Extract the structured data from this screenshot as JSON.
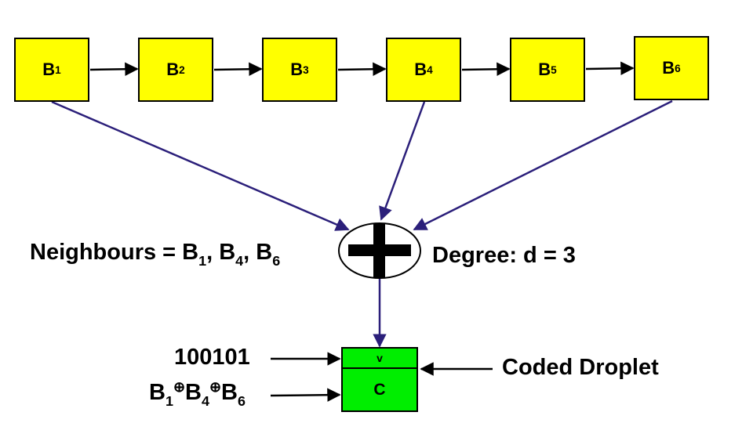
{
  "blocks": [
    {
      "base": "B",
      "sub": "1"
    },
    {
      "base": "B",
      "sub": "2"
    },
    {
      "base": "B",
      "sub": "3"
    },
    {
      "base": "B",
      "sub": "4"
    },
    {
      "base": "B",
      "sub": "5"
    },
    {
      "base": "B",
      "sub": "6"
    }
  ],
  "neighbours": {
    "prefix": "Neighbours = B",
    "s1": "1",
    "mid1": ", B",
    "s2": "4",
    "mid2": ", B",
    "s3": "6"
  },
  "degree": "Degree: d = 3",
  "droplet": {
    "top": "v",
    "bottom": "C"
  },
  "value": "100101",
  "xor": {
    "b": "B",
    "s1": "1",
    "op": "⊕",
    "s2": "4",
    "s3": "6"
  },
  "coded": "Coded Droplet",
  "operator_icon": "xor-plus-icon",
  "colors": {
    "block": "#ffff00",
    "droplet": "#00ee00",
    "arrow": "#2b1f7a",
    "black": "#000000"
  }
}
